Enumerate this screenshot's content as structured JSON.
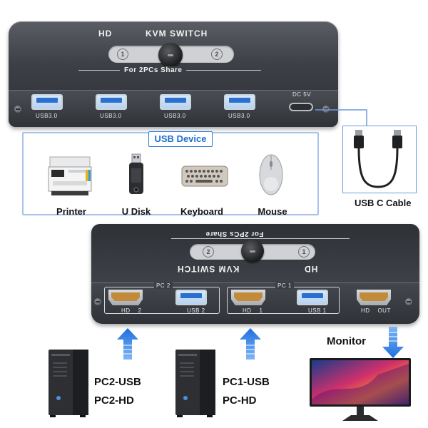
{
  "top_device": {
    "brand_hd": "HD",
    "title": "KVM SWITCH",
    "share_text": "For 2PCs Share",
    "switch_left_num": "1",
    "switch_right_num": "2",
    "usb_ports": [
      "USB3.0",
      "USB3.0",
      "USB3.0",
      "USB3.0"
    ],
    "power_label": "DC 5V"
  },
  "usb_device_box": {
    "title": "USB Device",
    "items": [
      "Printer",
      "U Disk",
      "Keyboard",
      "Mouse"
    ]
  },
  "cable": {
    "label": "USB C Cable"
  },
  "bottom_device": {
    "brand_hd": "HD",
    "title": "KVM SWITCH",
    "share_text": "For 2PCs Share",
    "switch_left_num": "2",
    "switch_right_num": "1",
    "pc2_group": "PC 2",
    "pc1_group": "PC 1",
    "port_labels": {
      "hd2": "HD    2",
      "usb2": "USB 2",
      "hd1": "HD    1",
      "usb1": "USB 1",
      "hd_out": "HD    OUT"
    }
  },
  "pcs": [
    {
      "usb_label": "PC2-USB",
      "hd_label": "PC2-HD"
    },
    {
      "usb_label": "PC1-USB",
      "hd_label": "PC-HD"
    }
  ],
  "monitor": {
    "label": "Monitor"
  },
  "colors": {
    "accent_blue": "#2b7bd9",
    "device_body": "#3d4046",
    "box_border": "#a7c3e8"
  },
  "icons": [
    "printer-icon",
    "usb-drive-icon",
    "keyboard-icon",
    "mouse-icon",
    "usb-c-cable-icon",
    "desktop-pc-icon",
    "monitor-icon",
    "arrow-up-icon",
    "arrow-down-icon"
  ]
}
